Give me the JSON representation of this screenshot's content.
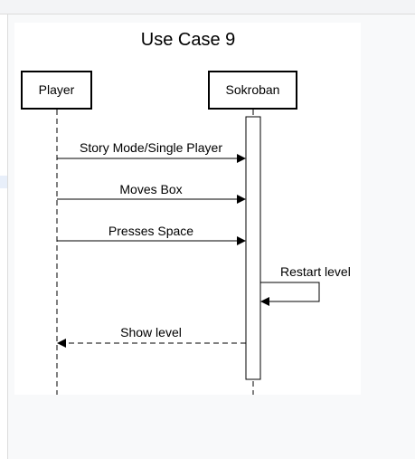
{
  "diagram": {
    "title": "Use Case 9",
    "participants": [
      {
        "id": "player",
        "label": "Player"
      },
      {
        "id": "sokroban",
        "label": "Sokroban"
      }
    ],
    "messages": [
      {
        "label": "Story Mode/Single Player",
        "from": "player",
        "to": "sokroban",
        "style": "solid"
      },
      {
        "label": "Moves Box",
        "from": "player",
        "to": "sokroban",
        "style": "solid"
      },
      {
        "label": "Presses Space",
        "from": "player",
        "to": "sokroban",
        "style": "solid"
      },
      {
        "label": "Restart level",
        "from": "sokroban",
        "to": "sokroban",
        "style": "solid"
      },
      {
        "label": "Show level",
        "from": "sokroban",
        "to": "player",
        "style": "dashed"
      }
    ]
  },
  "colors": {
    "line": "#000000",
    "background": "#ffffff"
  }
}
